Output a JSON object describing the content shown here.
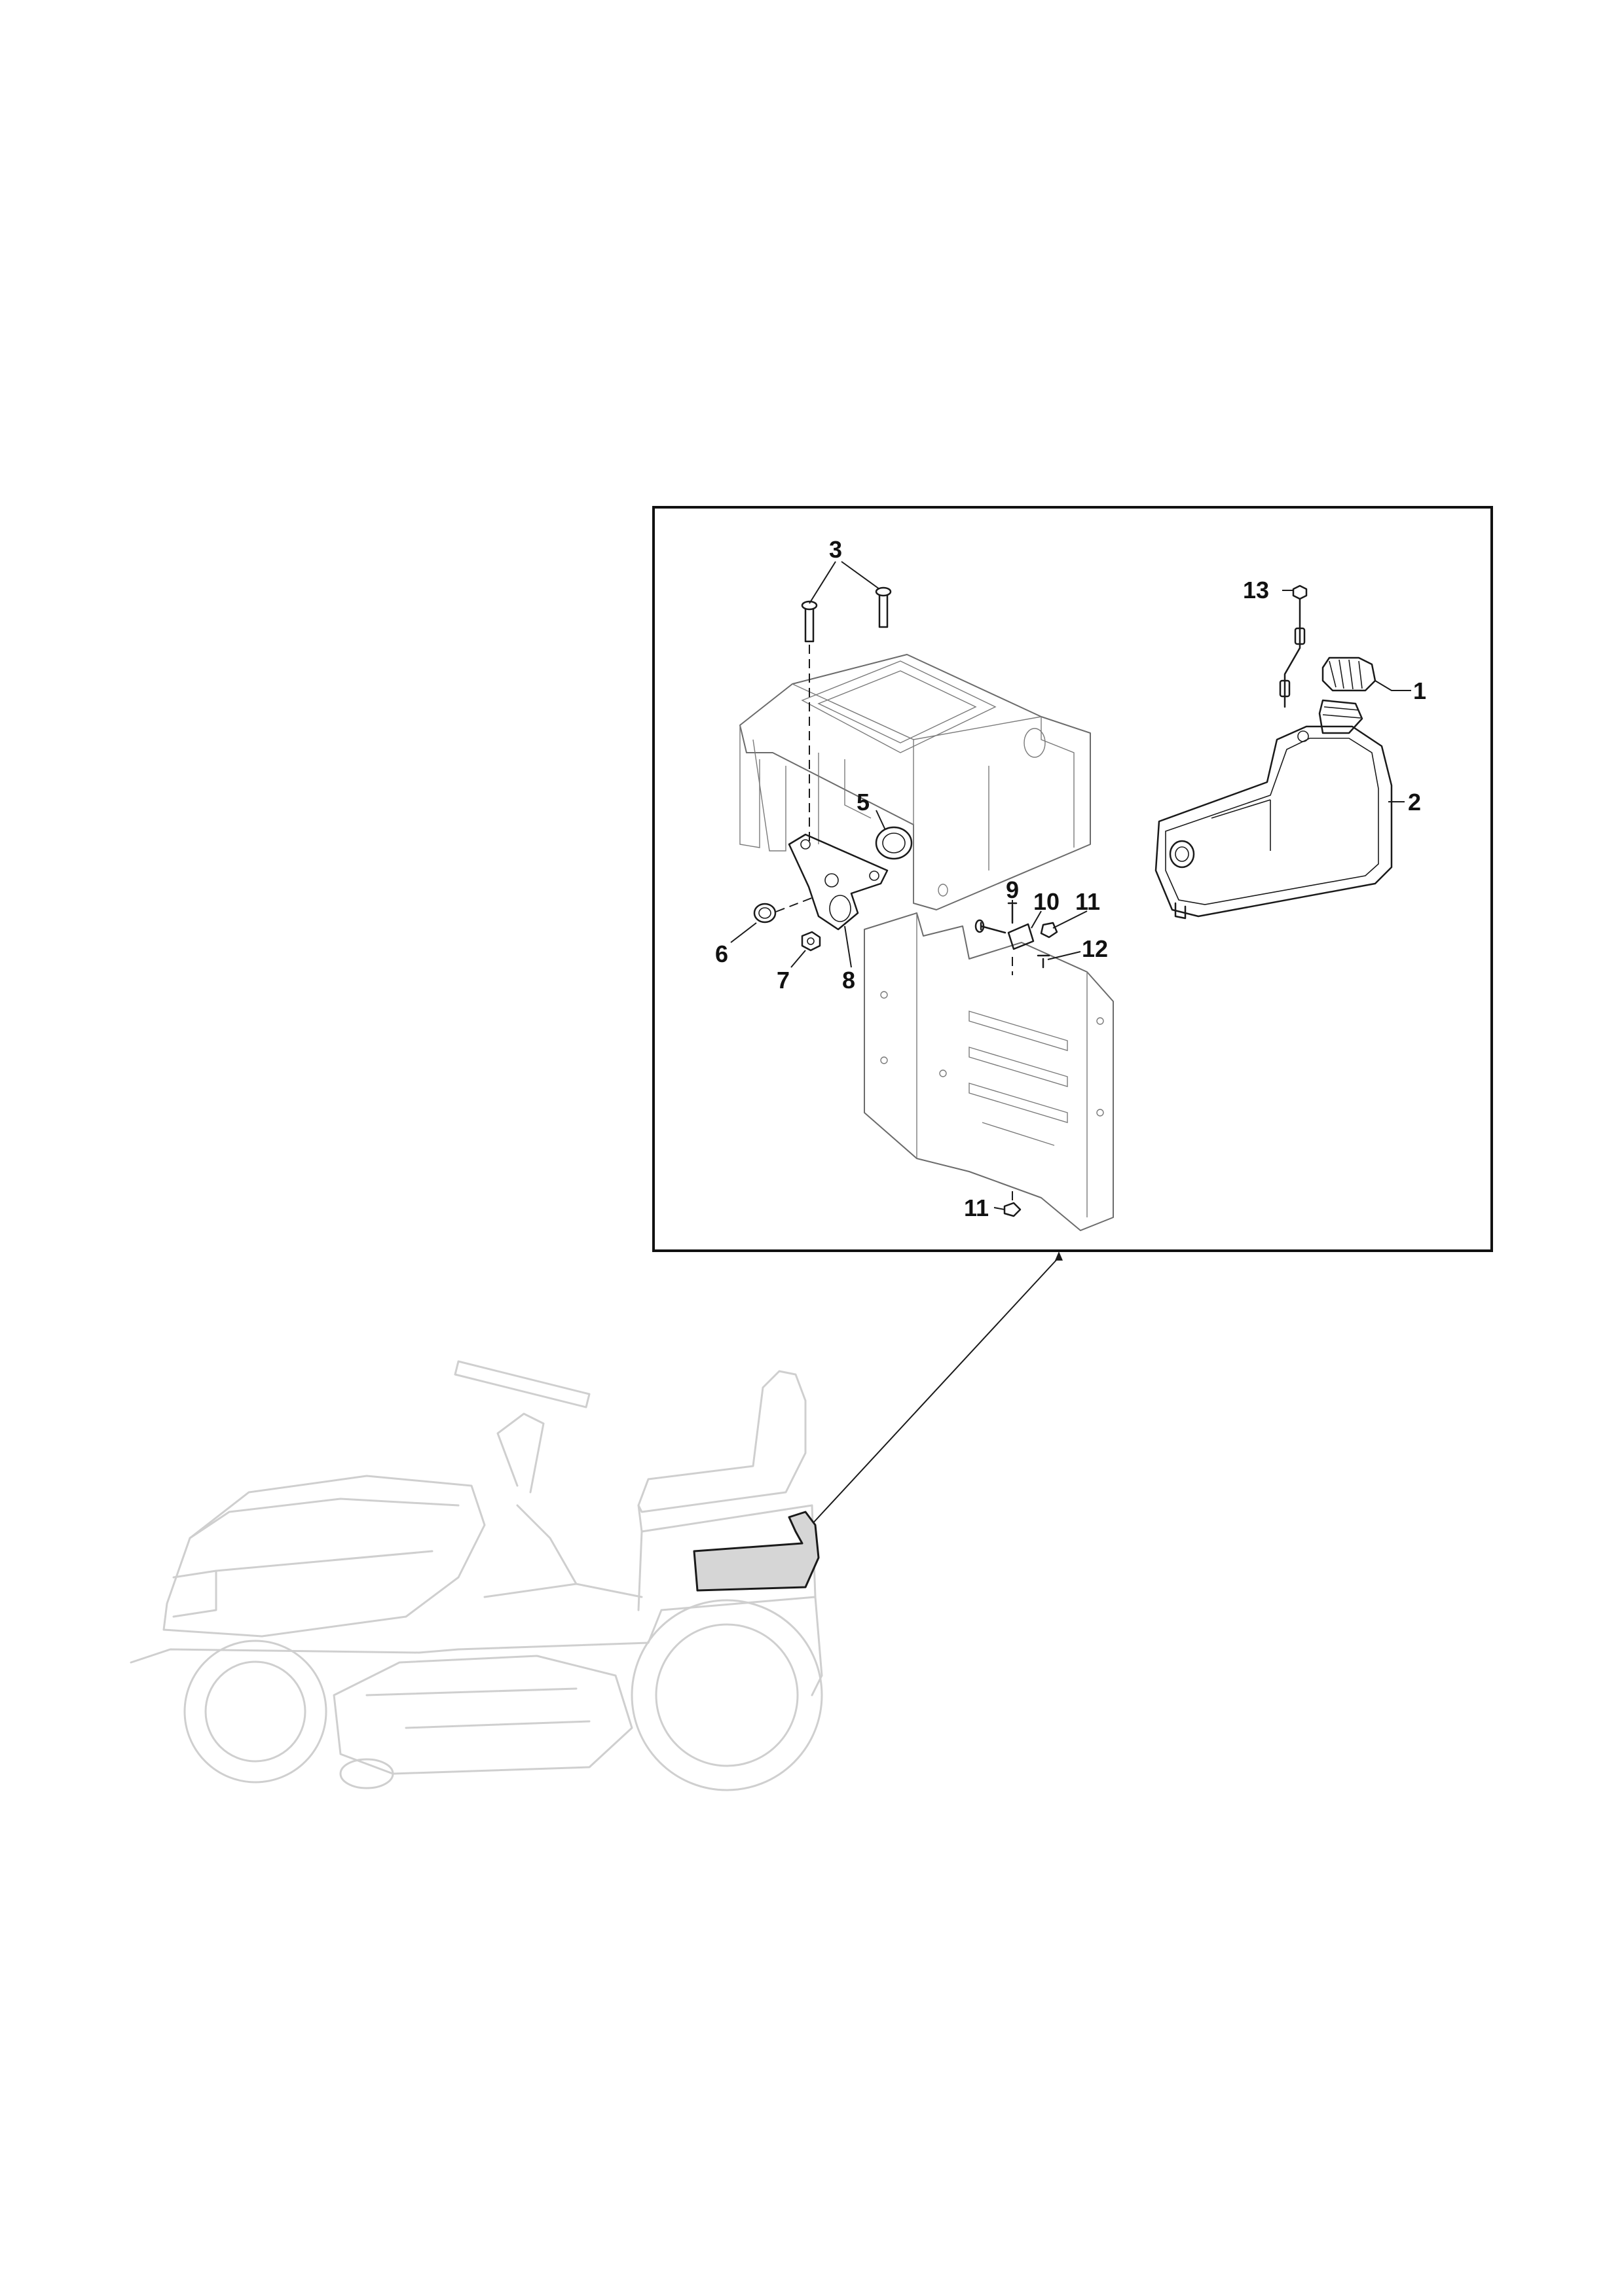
{
  "callouts": {
    "c1": "1",
    "c2": "2",
    "c3": "3",
    "c5": "5",
    "c6": "6",
    "c7": "7",
    "c8": "8",
    "c9": "9",
    "c10": "10",
    "c11a": "11",
    "c11b": "11",
    "c12": "12",
    "c13": "13"
  },
  "colors": {
    "line": "#1a1a1a",
    "ghost": "#cfcfcf",
    "highlight": "#d6d6d6"
  }
}
